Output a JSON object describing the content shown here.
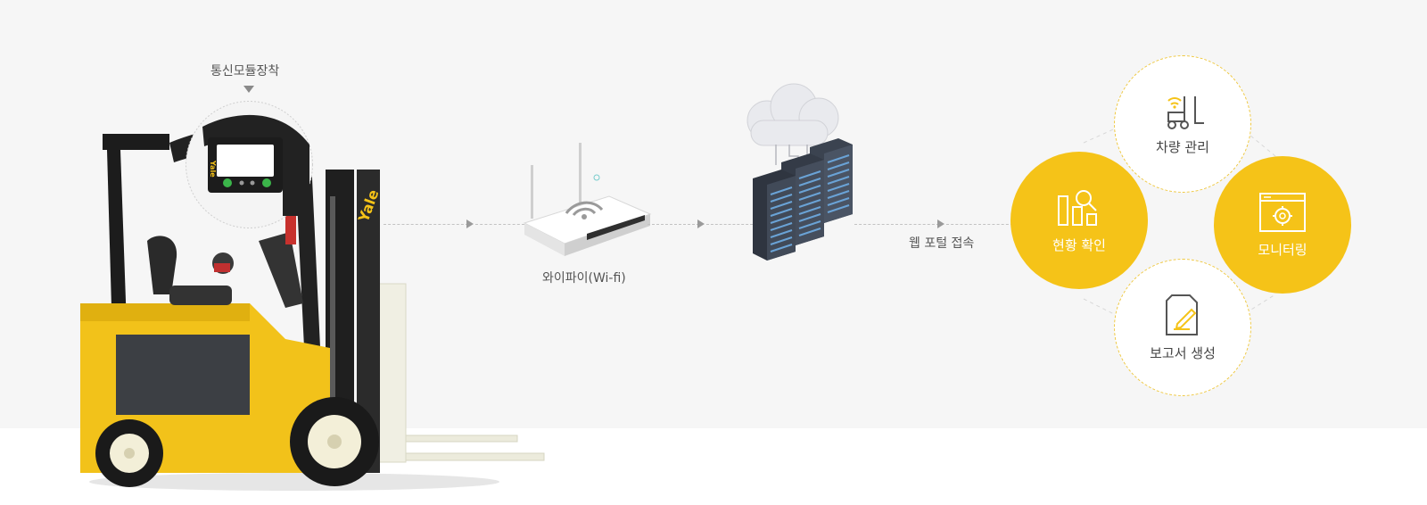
{
  "module_caption": "통신모듈장착",
  "wifi_caption": "와이파이(Wi-fi)",
  "portal_caption": "웹 포털 접속",
  "forklift_brand": "Yale",
  "features": {
    "vehicle": "차량 관리",
    "status": "현황 확인",
    "monitoring": "모니터링",
    "report": "보고서 생성"
  },
  "colors": {
    "accent_yellow": "#f5c318",
    "band_gray": "#f6f6f6",
    "server_dark": "#3b4350",
    "server_led": "#6aa3d6"
  }
}
